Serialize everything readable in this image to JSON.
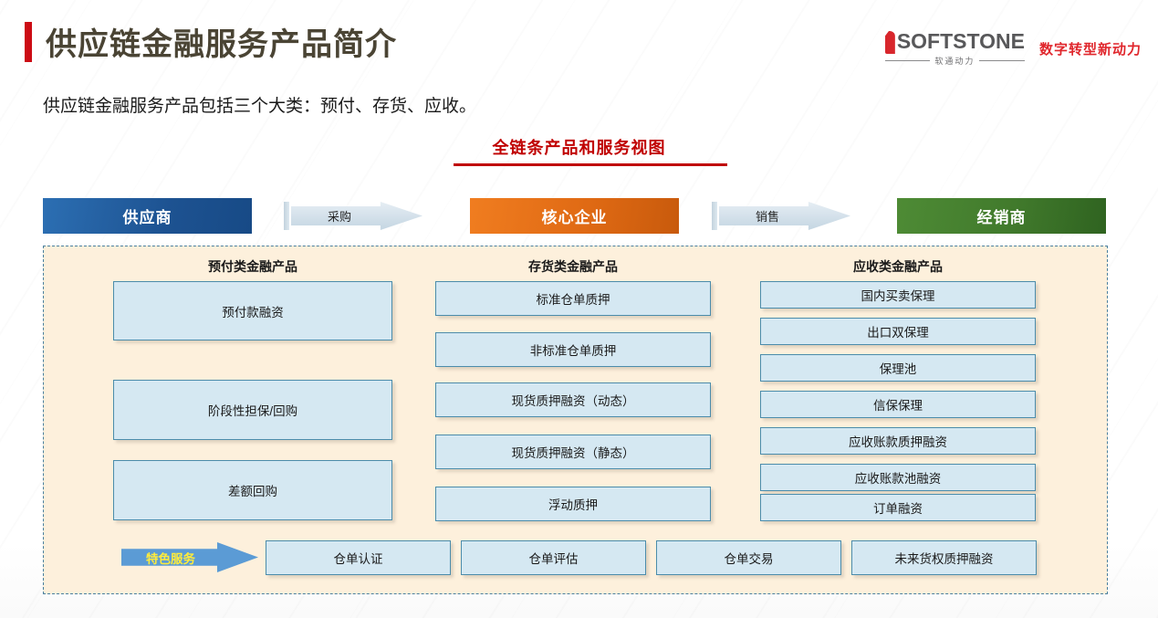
{
  "header": {
    "title": "供应链金融服务产品简介",
    "subtitle": "供应链金融服务产品包括三个大类：预付、存货、应收。",
    "accent_bar_color": "#cc0c14"
  },
  "logo": {
    "wordmark": "SOFTSTONE",
    "chinese": "软通动力",
    "slogan": "数字转型新动力",
    "slogan_color": "#e0262c",
    "wordmark_color": "#58585a"
  },
  "section": {
    "title": "全链条产品和服务视图",
    "color": "#c00000"
  },
  "flow": {
    "roles": [
      {
        "label": "供应商",
        "color": "#1d5291"
      },
      {
        "label": "核心企业",
        "color": "#e06a14"
      },
      {
        "label": "经销商",
        "color": "#417a2c"
      }
    ],
    "arrows": [
      {
        "label": "采购"
      },
      {
        "label": "销售"
      }
    ]
  },
  "panel": {
    "columns": [
      {
        "heading": "预付类金融产品",
        "items": [
          "预付款融资",
          "阶段性担保/回购",
          "差额回购"
        ]
      },
      {
        "heading": "存货类金融产品",
        "items": [
          "标准仓单质押",
          "非标准仓单质押",
          "现货质押融资（动态）",
          "现货质押融资（静态）",
          "浮动质押"
        ]
      },
      {
        "heading": "应收类金融产品",
        "items": [
          "国内买卖保理",
          "出口双保理",
          "保理池",
          "信保保理",
          "应收账款质押融资",
          "应收账款池融资",
          "订单融资"
        ]
      }
    ],
    "special_service": {
      "label": "特色服务",
      "label_color": "#ffeb3b",
      "arrow_color": "#5b9bd5",
      "items": [
        "仓单认证",
        "仓单评估",
        "仓单交易",
        "未来货权质押融资"
      ]
    },
    "box_fill": "#d5e8f2",
    "box_border": "#4b8cab",
    "panel_fill": "#fdf0dc",
    "panel_border": "#4a7f9e"
  }
}
